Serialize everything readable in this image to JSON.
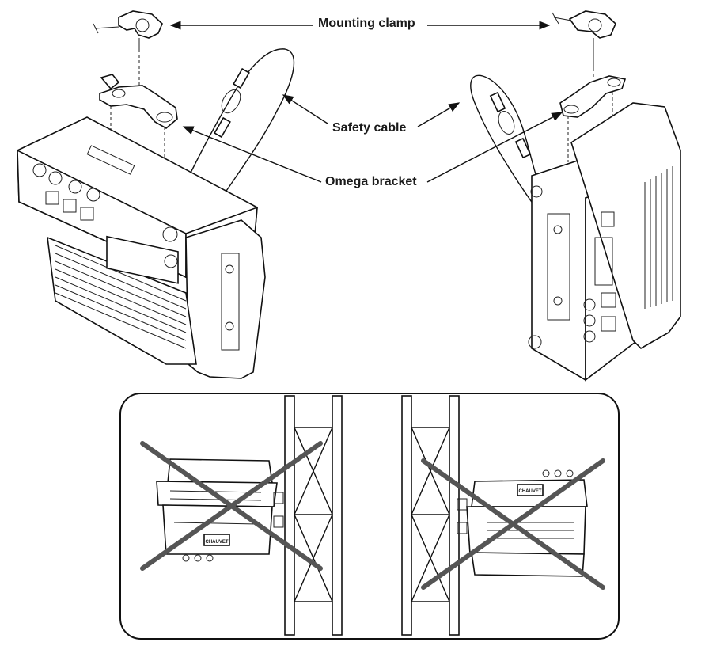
{
  "labels": {
    "mounting_clamp": "Mounting clamp",
    "safety_cable": "Safety cable",
    "omega_bracket": "Omega bracket"
  },
  "fixture_display_text": "CHAUVET",
  "colors": {
    "line": "#111111",
    "cross": "#555555",
    "background": "#ffffff"
  }
}
